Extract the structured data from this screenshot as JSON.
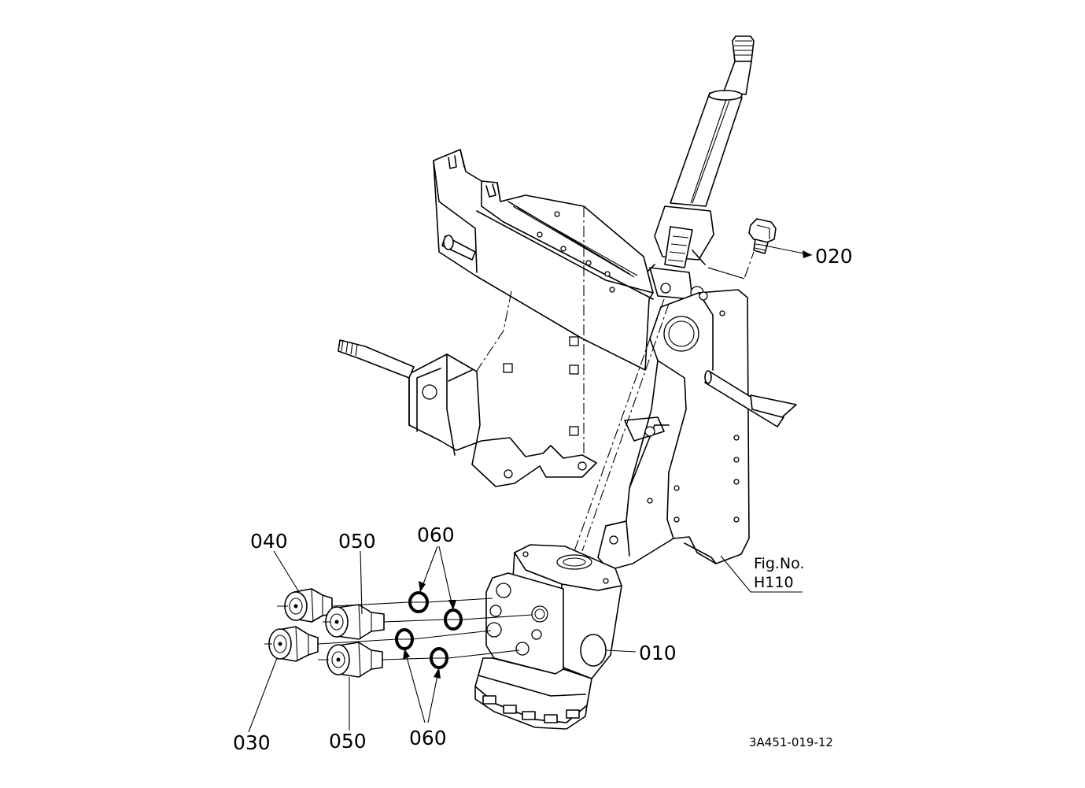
{
  "callouts": {
    "part_010": "010",
    "part_020": "020",
    "part_030": "030",
    "part_040": "040",
    "part_050_top": "050",
    "part_050_bottom": "050",
    "part_060_top": "060",
    "part_060_bottom": "060"
  },
  "figure_reference": {
    "line1": "Fig.No.",
    "line2": "H110"
  },
  "drawing_code": "3A451-019-12"
}
